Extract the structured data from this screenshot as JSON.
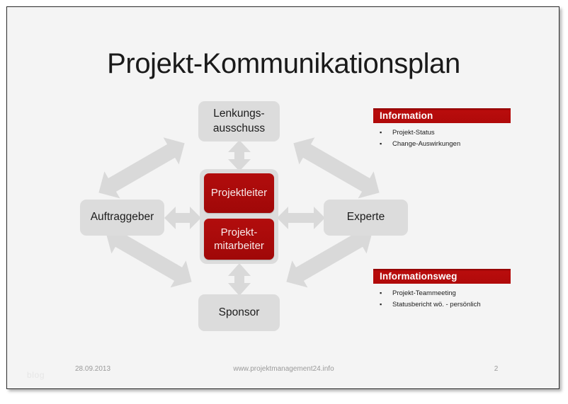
{
  "slide": {
    "title": "Projekt-Kommunikationsplan"
  },
  "colors": {
    "accent_red": "#AA0B0B",
    "panel_header_red": "#B00A0A",
    "node_gray": "#DCDCDC",
    "arrow_gray": "#D9D9D9",
    "slide_background": "#F4F4F4",
    "footer_text": "#9A9A9A"
  },
  "diagram": {
    "nodes": [
      {
        "id": "lenkungsausschuss",
        "label": "Lenkungs-\nausschuss",
        "line1": "Lenkungs-",
        "line2": "ausschuss",
        "style": "gray"
      },
      {
        "id": "auftraggeber",
        "label": "Auftraggeber",
        "style": "gray"
      },
      {
        "id": "experte",
        "label": "Experte",
        "style": "gray"
      },
      {
        "id": "sponsor",
        "label": "Sponsor",
        "style": "gray"
      },
      {
        "id": "projektleiter",
        "label": "Projektleiter",
        "style": "red"
      },
      {
        "id": "projektmitarbeiter",
        "label": "Projekt-\nmitarbeiter",
        "line1": "Projekt-",
        "line2": "mitarbeiter",
        "style": "red"
      }
    ],
    "connections": [
      {
        "from": "center",
        "to": "lenkungsausschuss",
        "direction": "both",
        "orientation": "vertical"
      },
      {
        "from": "center",
        "to": "sponsor",
        "direction": "both",
        "orientation": "vertical"
      },
      {
        "from": "center",
        "to": "auftraggeber",
        "direction": "both",
        "orientation": "horizontal"
      },
      {
        "from": "center",
        "to": "experte",
        "direction": "both",
        "orientation": "horizontal"
      },
      {
        "from": "auftraggeber",
        "to": "lenkungsausschuss",
        "direction": "both",
        "orientation": "diagonal"
      },
      {
        "from": "experte",
        "to": "lenkungsausschuss",
        "direction": "both",
        "orientation": "diagonal"
      },
      {
        "from": "auftraggeber",
        "to": "sponsor",
        "direction": "both",
        "orientation": "diagonal"
      },
      {
        "from": "experte",
        "to": "sponsor",
        "direction": "both",
        "orientation": "diagonal"
      }
    ]
  },
  "panels": [
    {
      "id": "information",
      "header": "Information",
      "items": [
        "Projekt-Status",
        "Change-Auswirkungen"
      ]
    },
    {
      "id": "informationsweg",
      "header": "Informationsweg",
      "items": [
        "Projekt-Teammeeting",
        "Statusbericht wö. - persönlich"
      ]
    }
  ],
  "footer": {
    "date": "28.09.2013",
    "url": "www.projektmanagement24.info",
    "page_number": "2"
  },
  "watermark": {
    "text": "blog"
  },
  "bullet_glyph": "▪"
}
